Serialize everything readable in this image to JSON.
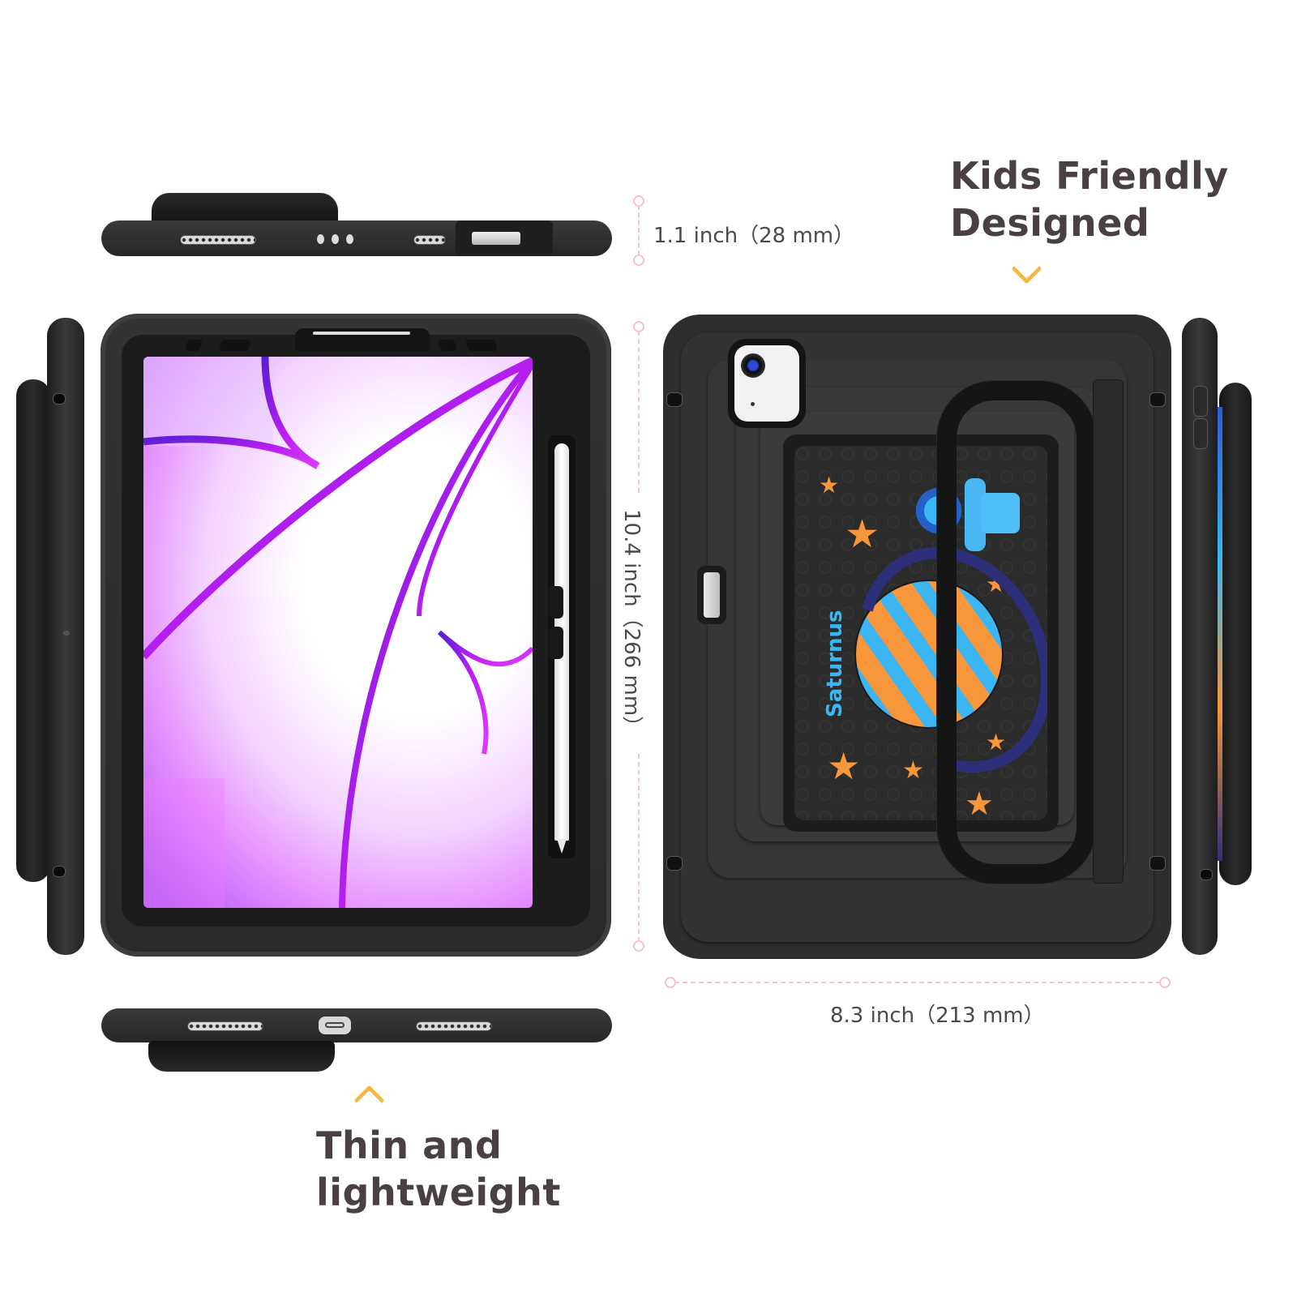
{
  "headlines": {
    "kids_friendly": [
      "Kids Friendly",
      "Designed"
    ],
    "thin_lightweight": [
      "Thin and",
      "lightweight"
    ]
  },
  "dimensions": {
    "thickness": "1.1 inch（28 mm）",
    "height": "10.4 inch（266 mm）",
    "width": "8.3 inch（213 mm）"
  },
  "illustration": {
    "planet_label": "Saturnus"
  },
  "icons": {
    "down_chevron": "chevron-down-icon",
    "up_chevron": "chevron-up-icon"
  },
  "colors": {
    "headline": "#4a3f42",
    "accent_chevron": "#f5b942",
    "dimension_line": "#f4c4cf",
    "case_body": "#2e2e2e",
    "star_orange": "#f7973a",
    "planet_blue": "#3bb6f2",
    "ring_navy": "#2e2f7a",
    "screen_purple": "#9b30ff",
    "screen_magenta": "#e13bff"
  }
}
